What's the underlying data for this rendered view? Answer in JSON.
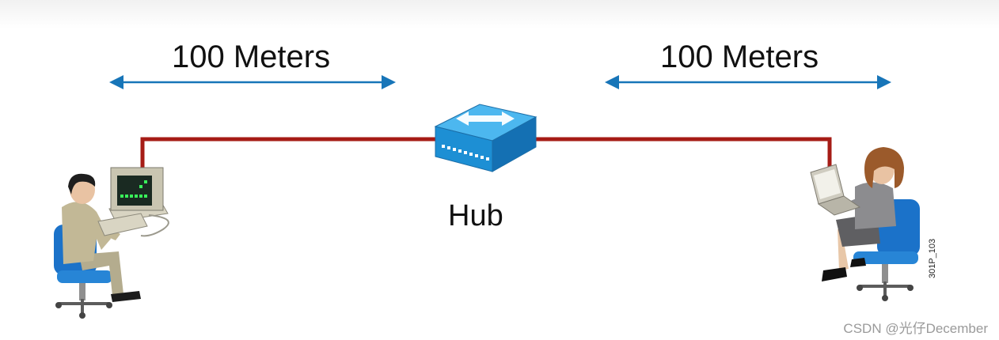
{
  "labels": {
    "left_distance": "100 Meters",
    "right_distance": "100 Meters",
    "hub": "Hub",
    "figure_code": "301P_103"
  },
  "watermark": "CSDN @光仔December",
  "colors": {
    "cable": "#a61c16",
    "arrow": "#1775b8",
    "hub_body": "#1f9ee3",
    "chair": "#1b72c9"
  },
  "icons": {
    "hub": "hub-icon",
    "left_user": "desktop-user-icon",
    "right_user": "laptop-user-icon"
  }
}
